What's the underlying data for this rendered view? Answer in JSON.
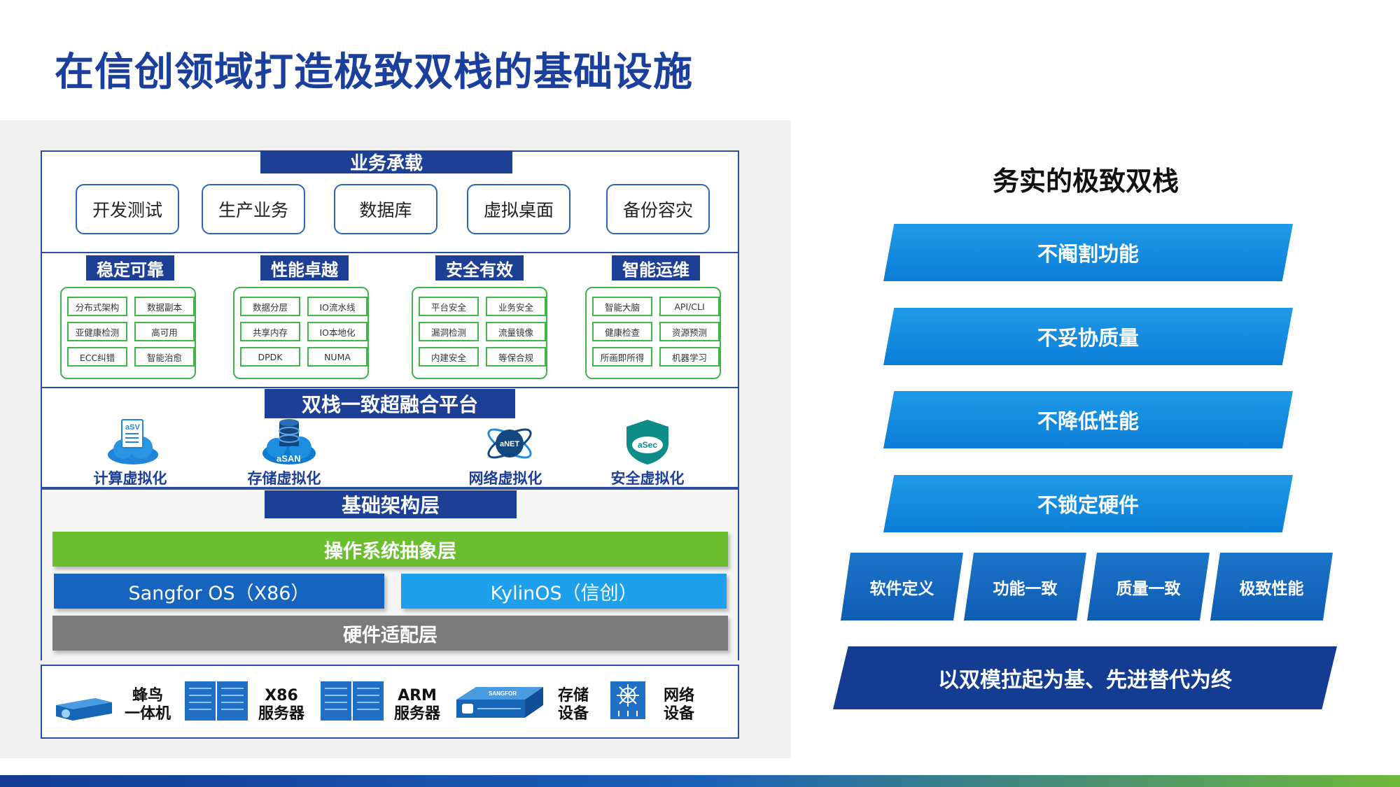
{
  "title": "在信创领域打造极致双栈的基础设施",
  "left": {
    "business_band": "业务承载",
    "business_items": [
      "开发测试",
      "生产业务",
      "数据库",
      "虚拟桌面",
      "备份容灾"
    ],
    "categories": [
      {
        "tag": "稳定可靠",
        "cells": [
          "分布式架构",
          "数据副本",
          "亚健康检测",
          "高可用",
          "ECC纠错",
          "智能治愈"
        ]
      },
      {
        "tag": "性能卓越",
        "cells": [
          "数据分层",
          "IO流水线",
          "共享内存",
          "IO本地化",
          "DPDK",
          "NUMA"
        ]
      },
      {
        "tag": "安全有效",
        "cells": [
          "平台安全",
          "业务安全",
          "漏洞检测",
          "流量镜像",
          "内建安全",
          "等保合规"
        ]
      },
      {
        "tag": "智能运维",
        "cells": [
          "智能大脑",
          "API/CLI",
          "健康检查",
          "资源预测",
          "所画即所得",
          "机器学习"
        ]
      }
    ],
    "platform_band": "双栈一致超融合平台",
    "virtualization": [
      {
        "label": "计算虚拟化",
        "icon": "asv-compute-icon",
        "badge": "aSV"
      },
      {
        "label": "存储虚拟化",
        "icon": "asan-storage-icon",
        "badge": "aSAN"
      },
      {
        "label": "网络虚拟化",
        "icon": "anet-network-icon",
        "badge": "aNET"
      },
      {
        "label": "安全虚拟化",
        "icon": "asec-security-icon",
        "badge": "aSec"
      }
    ],
    "base_band": "基础架构层",
    "os_abstraction": "操作系统抽象层",
    "os_left": "Sangfor OS（X86）",
    "os_right": "KylinOS（信创）",
    "hw_adapt": "硬件适配层",
    "hardware": [
      {
        "line1": "蜂鸟",
        "line2": "一体机",
        "icon": "appliance-icon"
      },
      {
        "line1": "X86",
        "line2": "服务器",
        "icon": "x86-server-icon"
      },
      {
        "line1": "ARM",
        "line2": "服务器",
        "icon": "arm-server-icon"
      },
      {
        "line1": "存储",
        "line2": "设备",
        "icon": "storage-device-icon",
        "brand": "SANGFOR"
      },
      {
        "line1": "网络",
        "line2": "设备",
        "icon": "network-device-icon"
      }
    ]
  },
  "right": {
    "title": "务实的极致双栈",
    "pillars": [
      "不阉割功能",
      "不妥协质量",
      "不降低性能",
      "不锁定硬件"
    ],
    "foundations": [
      "软件定义",
      "功能一致",
      "质量一致",
      "极致性能"
    ],
    "base": "以双模拉起为基、先进替代为终"
  },
  "colors": {
    "title_blue": "#1a3f9c",
    "band_navy": "#1e3f96",
    "green": "#6bbf2f",
    "os_blue": "#1565c0",
    "kylin_blue": "#1ea0ec",
    "grey": "#7a7a7a",
    "pillar_blue": "#1f9ae8"
  }
}
